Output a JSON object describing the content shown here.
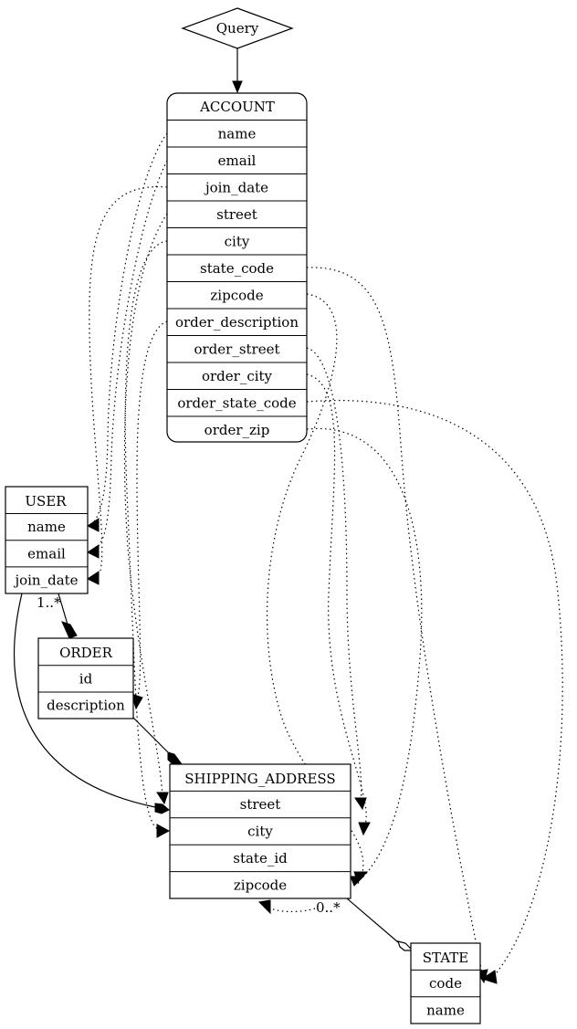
{
  "query": {
    "label": "Query"
  },
  "account": {
    "title": "ACCOUNT",
    "fields": [
      "name",
      "email",
      "join_date",
      "street",
      "city",
      "state_code",
      "zipcode",
      "order_description",
      "order_street",
      "order_city",
      "order_state_code",
      "order_zip"
    ]
  },
  "user": {
    "title": "USER",
    "fields": [
      "name",
      "email",
      "join_date"
    ]
  },
  "order": {
    "title": "ORDER",
    "fields": [
      "id",
      "description"
    ]
  },
  "shipping_address": {
    "title": "SHIPPING_ADDRESS",
    "fields": [
      "street",
      "city",
      "state_id",
      "zipcode"
    ]
  },
  "state": {
    "title": "STATE",
    "fields": [
      "code",
      "name"
    ]
  },
  "multiplicities": {
    "user_order": "1..*",
    "address_state": "0..*"
  }
}
